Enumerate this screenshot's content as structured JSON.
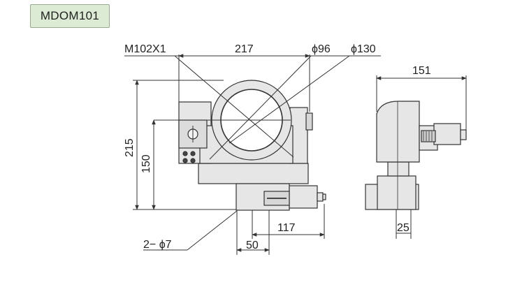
{
  "model": "MDOM101",
  "labels": {
    "mount": "M102X1",
    "width_top": "217",
    "phi_inner": "ϕ96",
    "phi_outer": "ϕ130",
    "height_total": "215",
    "height_center": "150",
    "holes": "2− ϕ7",
    "dist_117": "117",
    "dist_50": "50",
    "side_width": "151",
    "side_25": "25"
  },
  "colors": {
    "body": "#e6e6e6",
    "line": "#333333",
    "tag_bg": "#dcebd3"
  }
}
